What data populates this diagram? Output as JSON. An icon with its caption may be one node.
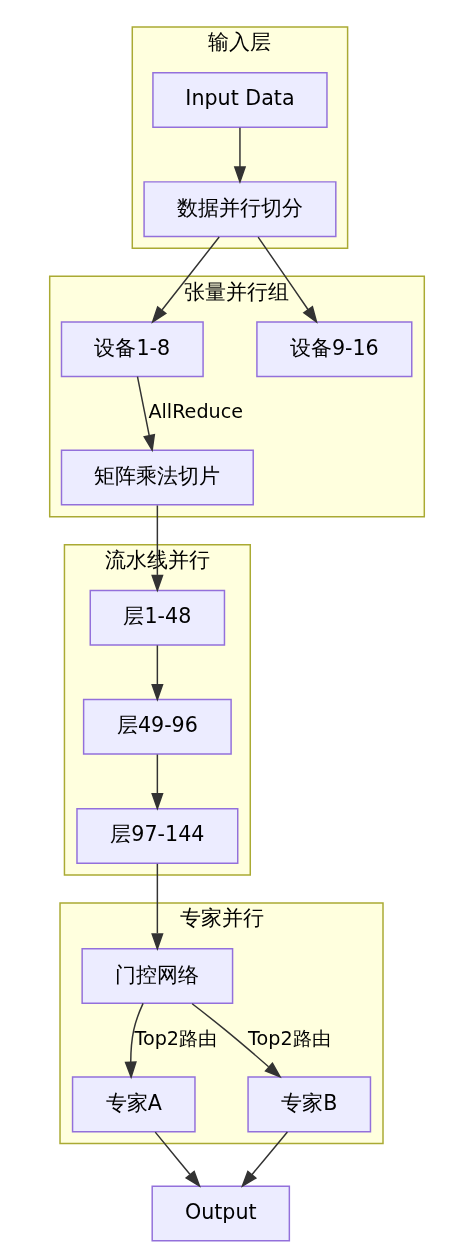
{
  "diagram": {
    "nodes": [
      {
        "text": [
          "输入层"
        ]
      },
      {
        "text": [
          "Input Data"
        ],
        "in": 0
      },
      {
        "text": [
          "数据并行切分"
        ],
        "in": 0
      },
      {
        "text": [
          "张量并行组"
        ]
      },
      {
        "text": [
          "设备1-8"
        ],
        "in": 3
      },
      {
        "text": [
          "设备9-16"
        ],
        "in": 3
      },
      {
        "text": [
          "矩阵乘法切片"
        ],
        "in": 3
      },
      {
        "text": [
          "流水线并行"
        ]
      },
      {
        "text": [
          "层1-48"
        ],
        "in": 7
      },
      {
        "text": [
          "层49-96"
        ],
        "in": 7
      },
      {
        "text": [
          "层97-144"
        ],
        "in": 7
      },
      {
        "text": [
          "专家并行"
        ]
      },
      {
        "text": [
          "门控网络"
        ],
        "in": 11
      },
      {
        "text": [
          "专家A"
        ],
        "in": 11
      },
      {
        "text": [
          "专家B"
        ],
        "in": 11
      },
      {
        "text": [
          "Output"
        ]
      }
    ],
    "edges": [
      {
        "from": 1,
        "to": 2,
        "arrow": "to"
      },
      {
        "from": 2,
        "to": 4,
        "arrow": "to"
      },
      {
        "from": 2,
        "to": 5,
        "arrow": "to"
      },
      {
        "from": 4,
        "to": 6,
        "arrow": "to",
        "label": "AllReduce"
      },
      {
        "from": 6,
        "to": 8,
        "arrow": "to"
      },
      {
        "from": 8,
        "to": 9,
        "arrow": "to"
      },
      {
        "from": 9,
        "to": 10,
        "arrow": "to"
      },
      {
        "from": 10,
        "to": 12,
        "arrow": "to"
      },
      {
        "from": 12,
        "to": 13,
        "arrow": "to",
        "label": "Top2路由"
      },
      {
        "from": 12,
        "to": 14,
        "arrow": "to",
        "label": "Top2路由"
      },
      {
        "from": 13,
        "to": 15,
        "arrow": "to"
      },
      {
        "from": 14,
        "to": 15,
        "arrow": "to"
      }
    ]
  }
}
